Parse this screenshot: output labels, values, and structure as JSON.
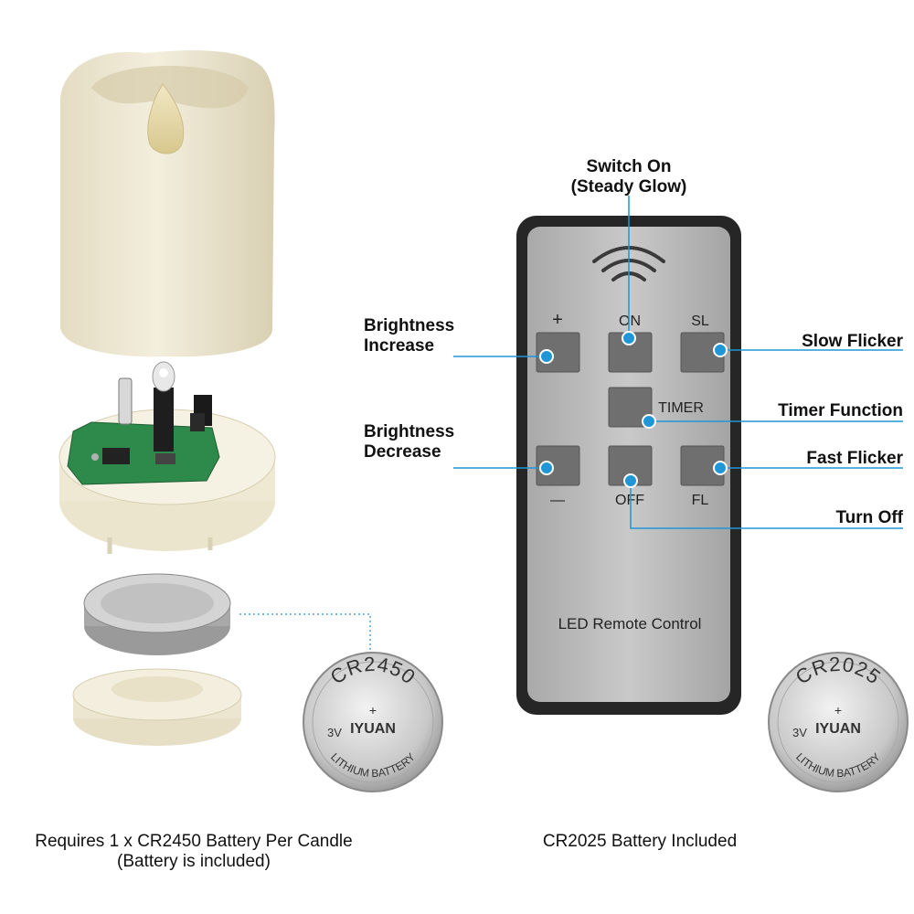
{
  "callouts": {
    "switch_on_line1": "Switch On",
    "switch_on_line2": "(Steady Glow)",
    "brightness_increase_line1": "Brightness",
    "brightness_increase_line2": "Increase",
    "brightness_decrease_line1": "Brightness",
    "brightness_decrease_line2": "Decrease",
    "slow_flicker": "Slow Flicker",
    "timer_function": "Timer Function",
    "fast_flicker": "Fast Flicker",
    "turn_off": "Turn Off"
  },
  "remote": {
    "plus_label": "+",
    "on_label": "ON",
    "sl_label": "SL",
    "timer_label": "TIMER",
    "minus_label": "—",
    "off_label": "OFF",
    "fl_label": "FL",
    "footer": "LED Remote Control"
  },
  "batteries": {
    "left": {
      "model": "CR2450",
      "brand": "IYUAN",
      "voltage": "3V",
      "type": "LITHIUM BATTERY"
    },
    "right": {
      "model": "CR2025",
      "brand": "IYUAN",
      "voltage": "3V",
      "type": "LITHIUM BATTERY"
    }
  },
  "captions": {
    "left_line1": "Requires 1 x CR2450 Battery Per Candle",
    "left_line2": "(Battery is included)",
    "right": "CR2025 Battery Included"
  },
  "colors": {
    "accent_blue": "#2196d6",
    "remote_body": "#2a2a2a",
    "remote_face": "#b8b8b8",
    "button_gray": "#6f6f6f",
    "candle_ivory": "#ede6cf"
  }
}
